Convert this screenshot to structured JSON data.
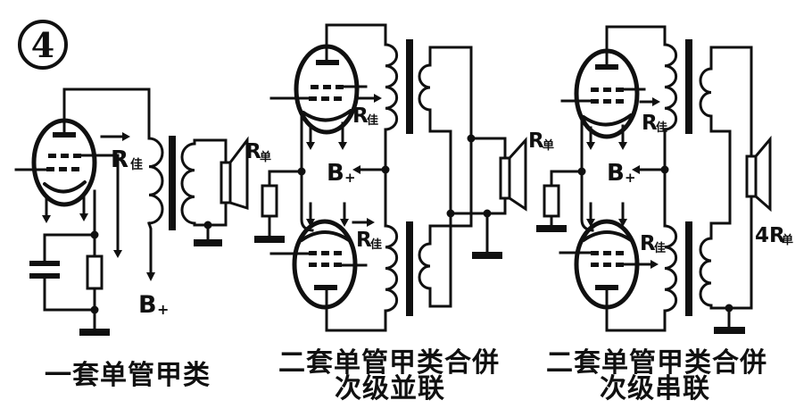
{
  "figure": {
    "number": "4",
    "ink_color": "#101010",
    "paper_color": "#ffffff"
  },
  "labels": {
    "r_jia": {
      "main": "R",
      "sub": "佳"
    },
    "r_dan": {
      "main": "R",
      "sub": "单"
    },
    "four_r_dan": {
      "main": "4R",
      "sub": "单"
    },
    "b_plus": {
      "main": "B",
      "sub": "+"
    }
  },
  "captions": {
    "circuit1": "一套单管甲类",
    "circuit2_line1": "二套单管甲类合併",
    "circuit2_line2": "次级並联",
    "circuit3_line1": "二套单管甲类合併",
    "circuit3_line2": "次级串联"
  }
}
